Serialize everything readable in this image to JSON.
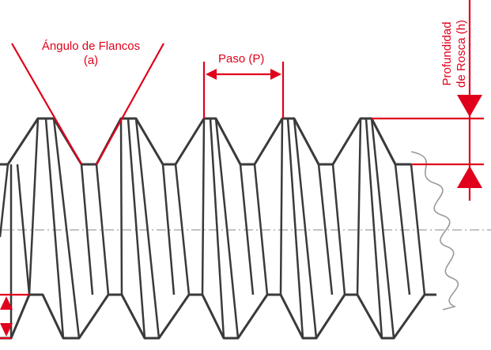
{
  "labels": {
    "flank_angle_line1": "Ángulo de Flancos",
    "flank_angle_line2": "(a)",
    "pitch": "Paso (P)",
    "depth_line1": "Profundidad",
    "depth_line2": "de Rosca (h)"
  },
  "colors": {
    "annotation": "#e0001b",
    "thread_outline": "#3a3a3a",
    "axis": "#8a8a8a"
  }
}
